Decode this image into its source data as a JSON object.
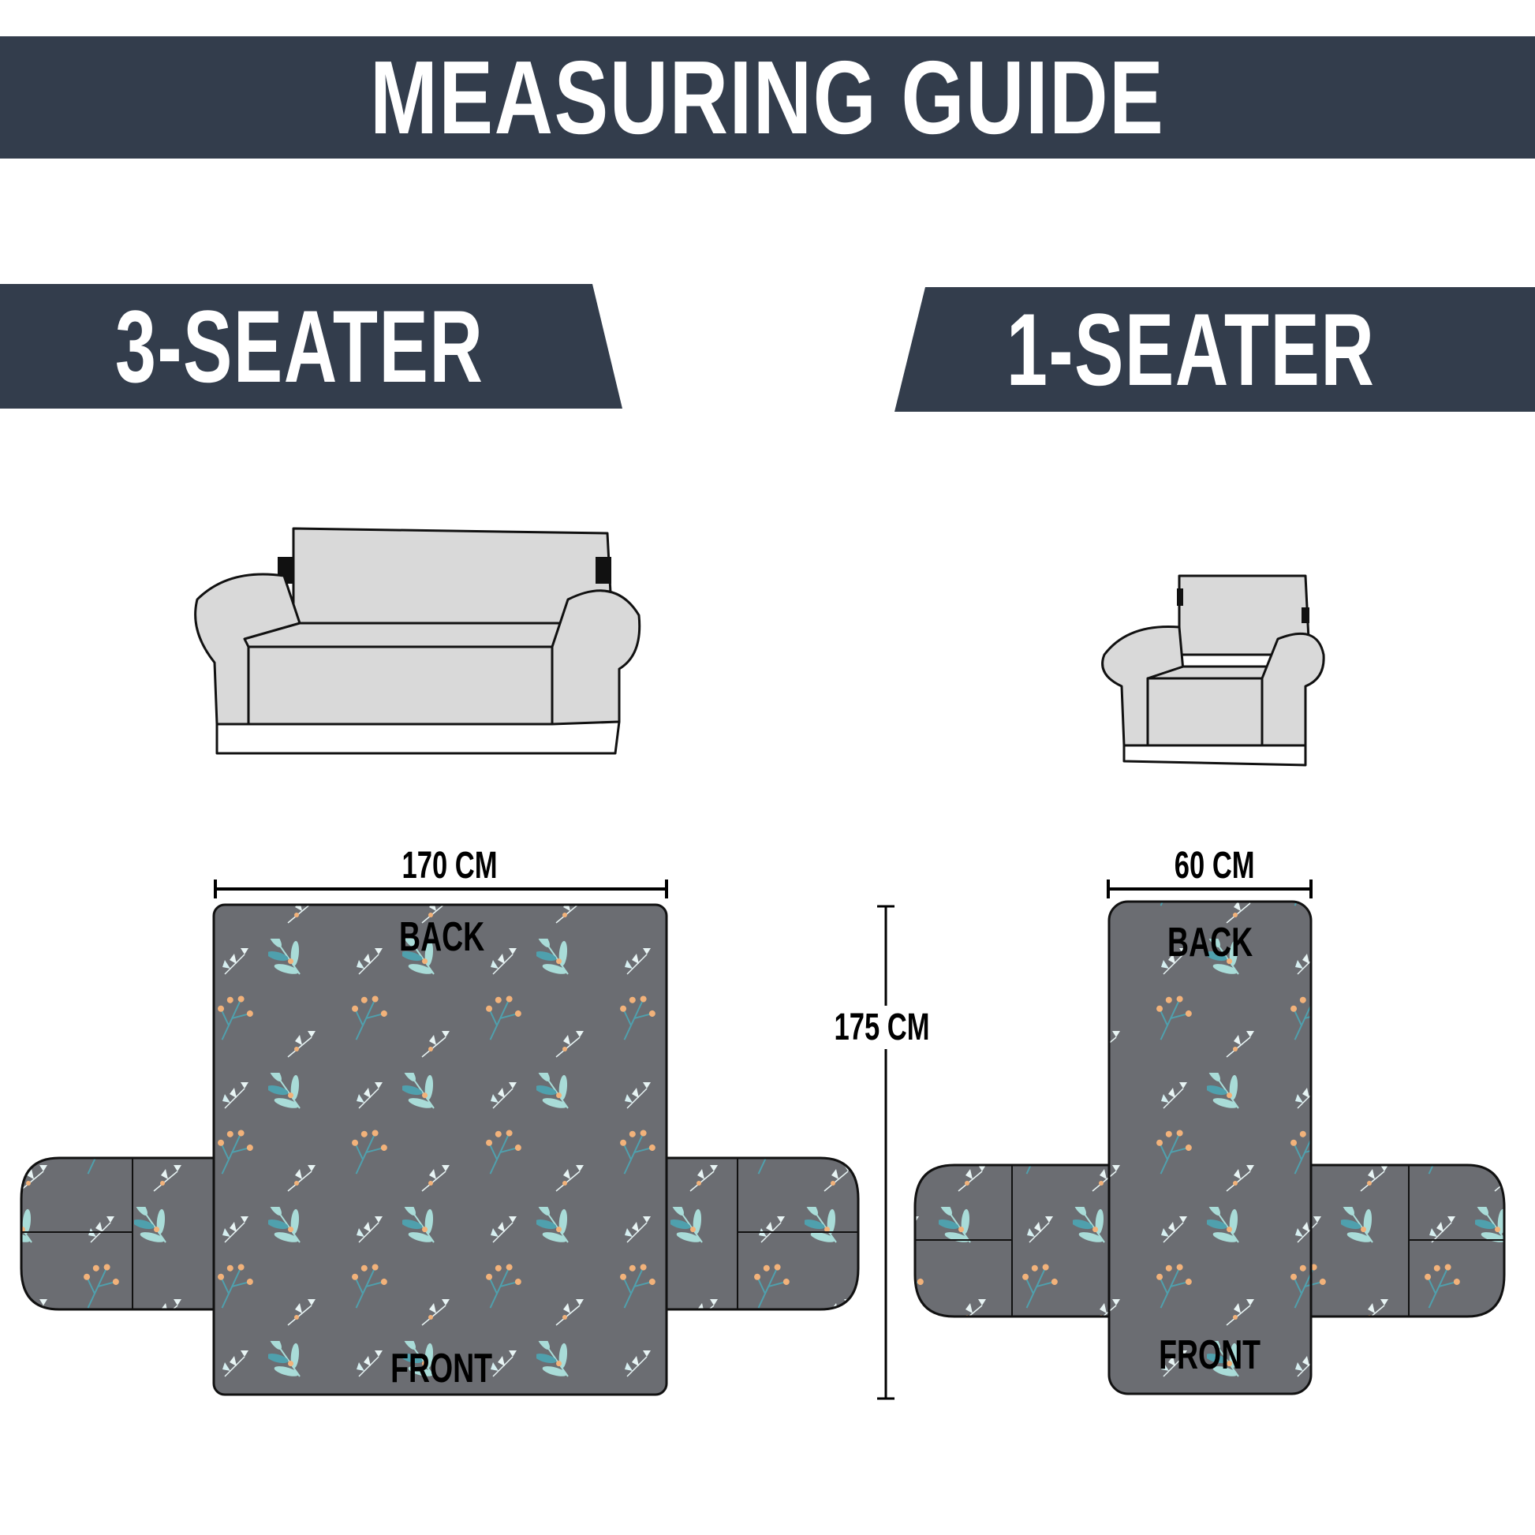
{
  "title": "MEASURING GUIDE",
  "colors": {
    "banner": "#333d4c",
    "fabric": "#6b6d72",
    "leaf_light": "#a9dcd8",
    "leaf_teal": "#4fa0ad",
    "berry": "#f2b27a",
    "sofa_fill": "#d9d9d9"
  },
  "sections": [
    {
      "heading": "3-SEATER",
      "width_label": "170 CM",
      "height_label": "175 CM",
      "back_label": "BACK",
      "front_label": "FRONT",
      "illustration": "sofa-icon"
    },
    {
      "heading": "1-SEATER",
      "width_label": "60 CM",
      "back_label": "BACK",
      "front_label": "FRONT",
      "illustration": "armchair-icon"
    }
  ]
}
